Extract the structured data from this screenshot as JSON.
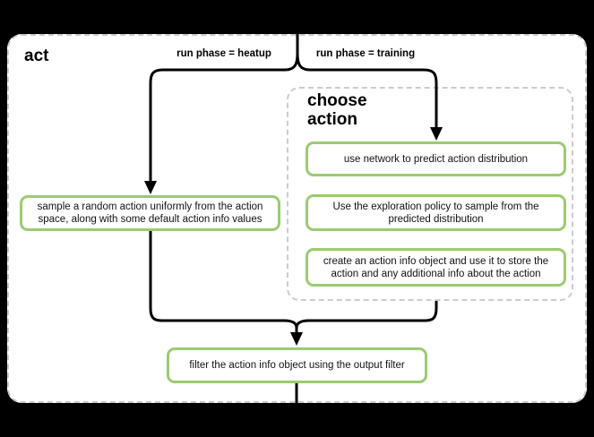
{
  "diagram": {
    "title": "act",
    "branch_labels": {
      "left": "run phase = heatup",
      "right": "run phase = training"
    },
    "container": {
      "title": "choose action"
    },
    "nodes": {
      "sample_random_action": {
        "label": "sample a random action uniformly from the action space, along with some default action info values"
      },
      "use_network": {
        "label": "use network to predict action distribution"
      },
      "exploration_policy": {
        "label": "Use the exploration policy to sample from the predicted distribution"
      },
      "create_action_info": {
        "label": "create an action info object and use it to store the action and any additional info about the action"
      },
      "filter_output": {
        "label": "filter the action info object using the output filter"
      }
    },
    "colors": {
      "page_background": "#000000",
      "canvas_background": "#ffffff",
      "canvas_border": "#c9c9c9",
      "container_border": "#cccccc",
      "node_border": "#9bcb70",
      "connector": "#000000",
      "text": "#000000"
    }
  }
}
